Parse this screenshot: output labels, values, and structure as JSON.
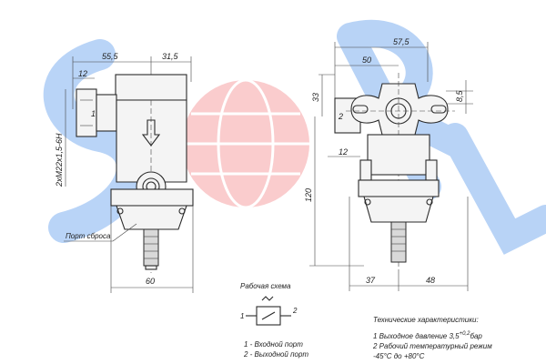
{
  "dimensions": {
    "d55_5": "55,5",
    "d31_5": "31,5",
    "d12_top": "12",
    "thread": "2хМ22х1,5-6Н",
    "d60": "60",
    "d57_5": "57,5",
    "d50": "50",
    "d33": "33",
    "d8_5": "8,5",
    "d120": "120",
    "d12_right": "12",
    "d37": "37",
    "d48": "48",
    "port1": "1",
    "port2": "2"
  },
  "labels": {
    "vent_port": "Порт сброса",
    "work_scheme": "Рабочая схема",
    "scheme_port1": "1",
    "scheme_port2": "2",
    "legend1": "1 - Входной порт",
    "legend2": "2 - Выходной порт"
  },
  "specs": {
    "title": "Технические характеристики:",
    "line1": "1 Выходное давление 3,5",
    "line1_tol": "+0,2",
    "line1_unit": "бар",
    "line2": "2 Рабочий температурный режим",
    "line3": "-45°С до +80°С"
  },
  "colors": {
    "watermark_blue": "#2f6fd6",
    "watermark_red": "#e8454a"
  }
}
